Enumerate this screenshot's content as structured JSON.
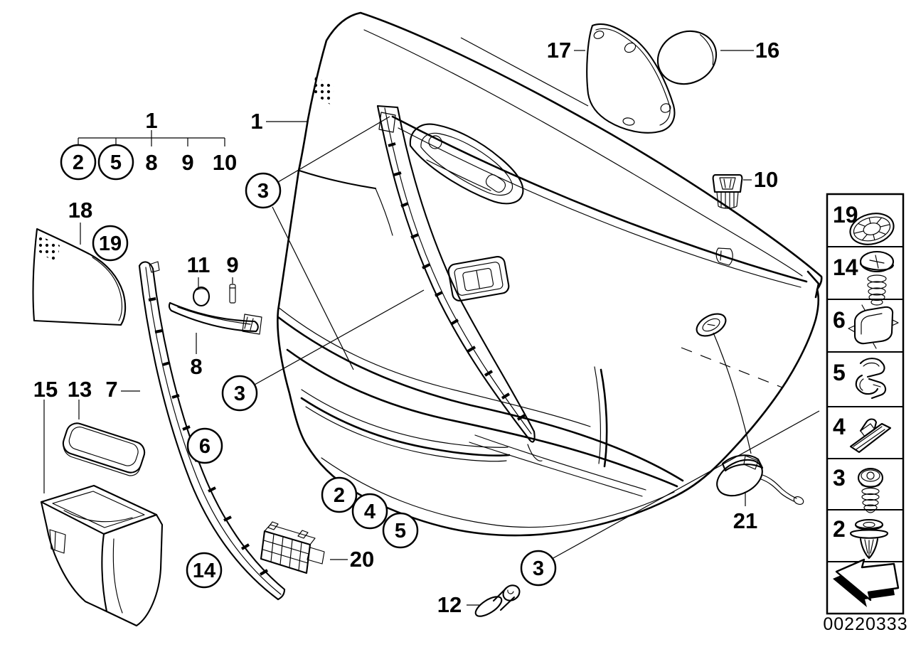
{
  "diagram": {
    "title": "door trim panel rear parts diagram",
    "labels": {
      "group_parent": "1",
      "group_child_2": "2",
      "group_child_5": "5",
      "group_child_8": "8",
      "group_child_9": "9",
      "group_child_10": "10",
      "main_panel": "1",
      "clip_3_top": "3",
      "clip_3_mid": "3",
      "clip_3_bottom": "3",
      "tweeter_cover": "18",
      "tweeter_grommet": "19",
      "cap_11": "11",
      "pin_9": "9",
      "pull_handle_8": "8",
      "storage_box": "15",
      "armrest_lid": "13",
      "pillar_trim": "7",
      "clip_6": "6",
      "screw_14": "14",
      "rivet_2": "2",
      "clip_4": "4",
      "clip_5": "5",
      "lamp_grille": "20",
      "clip_12": "12",
      "puddle_lamp": "21",
      "speaker_plate": "17",
      "speaker_cover": "16",
      "grommet_10": "10"
    },
    "legend": {
      "items": [
        {
          "number": "19",
          "icon": "star-washer"
        },
        {
          "number": "14",
          "icon": "pan-head-screw"
        },
        {
          "number": "6",
          "icon": "sheet-metal-clip"
        },
        {
          "number": "5",
          "icon": "cable-clip"
        },
        {
          "number": "4",
          "icon": "trim-clip"
        },
        {
          "number": "3",
          "icon": "self-tapping-screw"
        },
        {
          "number": "2",
          "icon": "expanding-rivet"
        }
      ],
      "arrow_icon": "direction-of-travel-arrow"
    },
    "footer": {
      "image_id": "00220333"
    },
    "colors": {
      "line": "#000000",
      "background": "#ffffff"
    }
  }
}
